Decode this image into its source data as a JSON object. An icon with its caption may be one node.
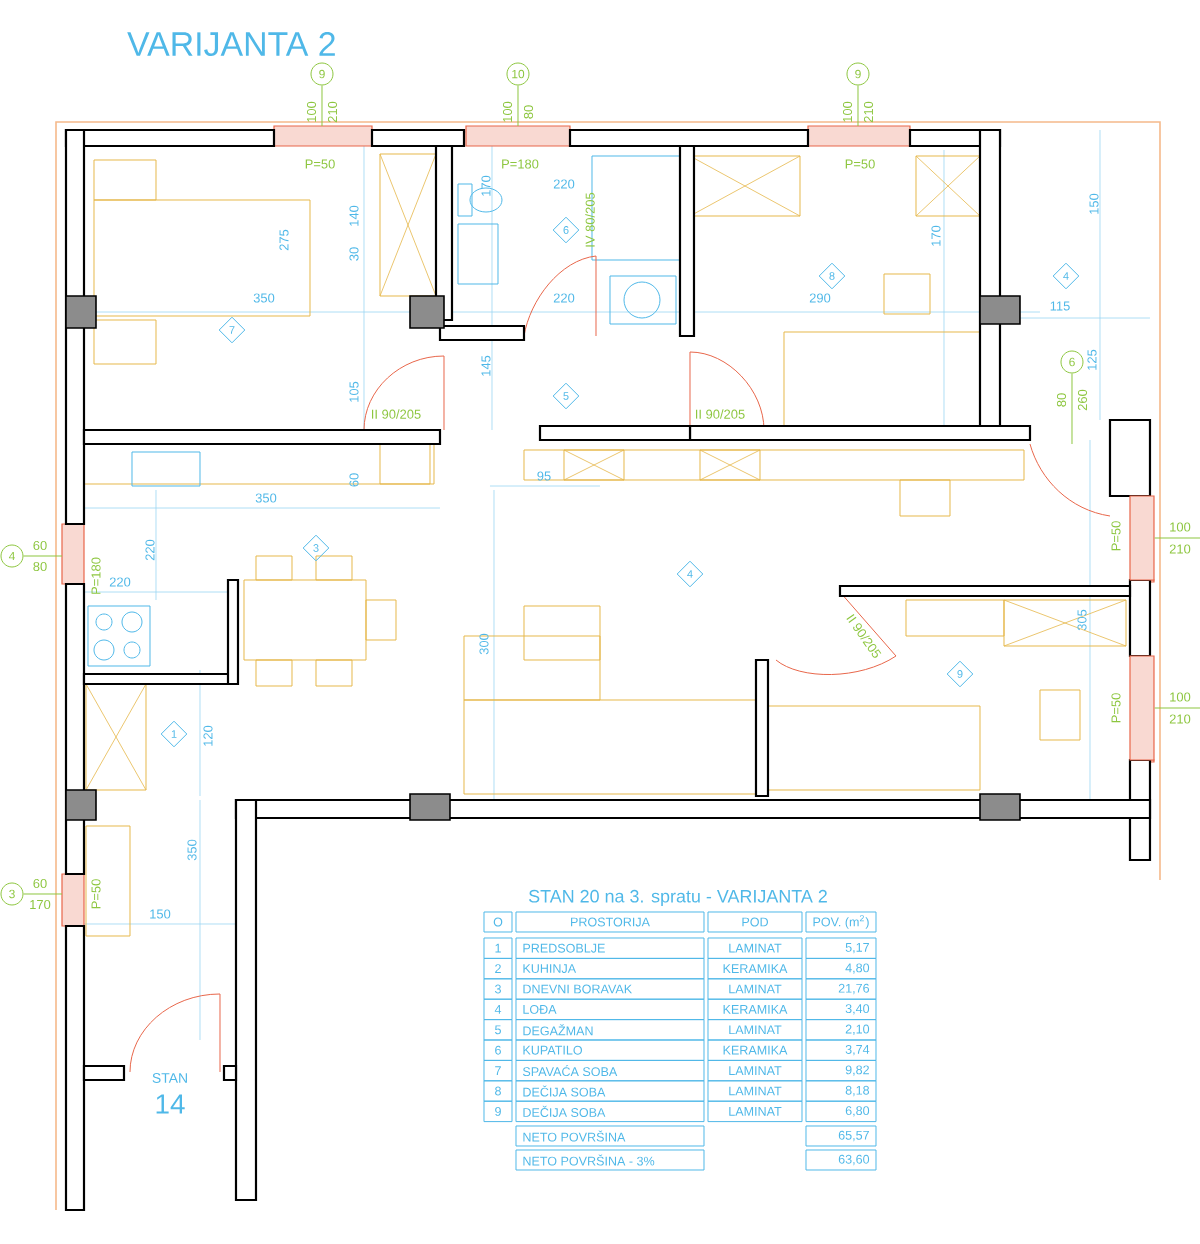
{
  "diagram": {
    "title": "VARIJANTA 2",
    "nodes": [
      {
        "text": [
          "9"
        ],
        "beside": [
          "100",
          "210"
        ]
      },
      {
        "text": [
          "10"
        ],
        "beside": [
          "100",
          "80"
        ]
      },
      {
        "text": [
          "9"
        ],
        "beside": [
          "100",
          "210"
        ]
      },
      {
        "text": [
          "6"
        ]
      },
      {
        "text": [
          "8"
        ]
      },
      {
        "text": [
          "4"
        ]
      },
      {
        "text": [
          "7"
        ]
      },
      {
        "text": [
          "6"
        ],
        "beside": [
          "80",
          "260"
        ]
      },
      {
        "text": [
          "5"
        ]
      },
      {
        "text": [
          "3"
        ]
      },
      {
        "text": [
          "4"
        ],
        "beside": [
          "60",
          "80"
        ]
      },
      {
        "text": [
          "4"
        ]
      },
      {
        "text": [
          "9"
        ]
      },
      {
        "text": [
          "1"
        ]
      },
      {
        "text": [
          "3"
        ],
        "beside": [
          "60",
          "170"
        ]
      },
      {
        "text": [],
        "shape": "box",
        "beside": [
          "100",
          "210"
        ]
      },
      {
        "text": [],
        "shape": "box",
        "beside": [
          "100",
          "210"
        ]
      }
    ],
    "edges": [
      {
        "from": 0,
        "to": null,
        "arrow": "none"
      },
      {
        "from": 1,
        "to": null,
        "arrow": "none"
      },
      {
        "from": 2,
        "to": null,
        "arrow": "none"
      },
      {
        "from": 7,
        "to": null,
        "arrow": "none"
      },
      {
        "from": 10,
        "to": null,
        "arrow": "none"
      },
      {
        "from": 14,
        "to": null,
        "arrow": "none"
      },
      {
        "from": 15,
        "to": null,
        "arrow": "none"
      },
      {
        "from": 16,
        "to": null,
        "arrow": "none"
      }
    ],
    "labels": [
      "P=50",
      "P=180",
      "220",
      "140",
      "275",
      "170",
      "30",
      "350",
      "105",
      "145",
      "220",
      "II 90/205",
      "IV 80/205",
      "P=50",
      "170",
      "150",
      "115",
      "290",
      "125",
      "II 90/205",
      "60",
      "95",
      "350",
      "P=180",
      "220",
      "220",
      "300",
      "II 90/205",
      "305",
      "P=50",
      "P=50",
      "120",
      "350",
      "P=50",
      "150",
      "STAN",
      "14",
      "STAN 20 na 3. spratu - VARIJANTA 2",
      "O",
      "PROSTORIJA",
      "POD",
      "POV. (m$^{2}$)",
      "1",
      "PREDSOBLJE",
      "LAMINAT",
      "5,17",
      "2",
      "KUHINJA",
      "KERAMIKA",
      "4,80",
      "3",
      "DNEVNI BORAVAK",
      "LAMINAT",
      "21,76",
      "4",
      "LOĐA",
      "KERAMIKA",
      "3,40",
      "5",
      "DEGAŽMAN",
      "LAMINAT",
      "2,10",
      "6",
      "KUPATILO",
      "KERAMIKA",
      "3,74",
      "7",
      "SPAVAĆA SOBA",
      "LAMINAT",
      "9,82",
      "8",
      "DEČIJA SOBA",
      "LAMINAT",
      "8,18",
      "9",
      "DEČIJA SOBA",
      "LAMINAT",
      "6,80",
      "NETO POVRŠINA",
      "65,57",
      "NETO POVRŠINA - 3%",
      "63,60"
    ]
  }
}
